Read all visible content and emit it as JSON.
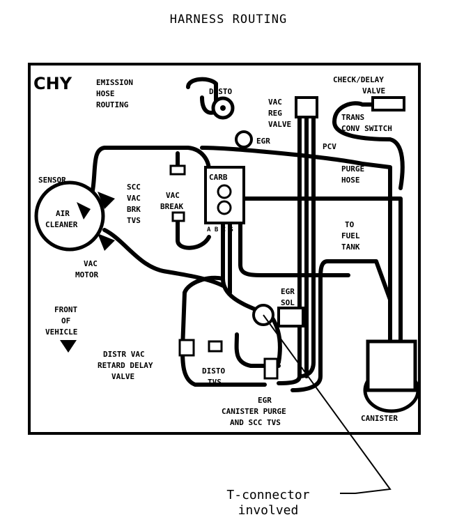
{
  "title": "HARNESS ROUTING",
  "diagram": {
    "code": "CHY",
    "labels": {
      "emission": "EMISSION",
      "hose": "HOSE",
      "routing": "ROUTING",
      "disto": "DISTO",
      "vac": "VAC",
      "reg": "REG",
      "valve": "VALVE",
      "check_delay": "CHECK/DELAY",
      "valve2": "VALVE",
      "trans": "TRANS",
      "conv_switch": "CONV SWITCH",
      "egr": "EGR",
      "pcv": "PCV",
      "purge": "PURGE",
      "hose2": "HOSE",
      "sensor": "SENSOR",
      "air": "AIR",
      "cleaner": "CLEANER",
      "vac_motor_1": "VAC",
      "vac_motor_2": "MOTOR",
      "scc": "SCC",
      "vac2": "VAC",
      "brk": "BRK",
      "tvs": "TVS",
      "vac3": "VAC",
      "break": "BREAK",
      "carb": "CARB",
      "abc": "A  B C S",
      "to": "TO",
      "fuel": "FUEL",
      "tank": "TANK",
      "front": "FRONT",
      "of": "OF",
      "vehicle": "VEHICLE",
      "distr_vac": "DISTR VAC",
      "retard_delay": "RETARD DELAY",
      "valve3": "VALVE",
      "disto2": "DISTO",
      "tvs2": "TVS",
      "egr_sol_1": "EGR",
      "egr_sol_2": "SOL",
      "egr_canister_1": "EGR",
      "egr_canister_2": "CANISTER PURGE",
      "egr_canister_3": "AND SCC TVS",
      "canister": "CANISTER"
    }
  },
  "caption": {
    "line1": "T-connector",
    "line2": "involved"
  }
}
